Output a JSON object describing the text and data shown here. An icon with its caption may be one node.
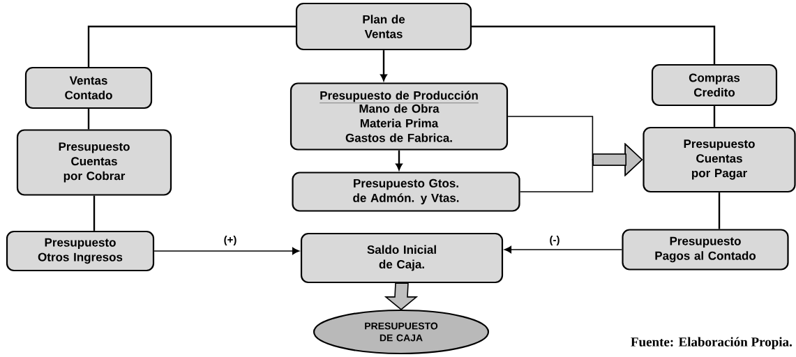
{
  "diagram": {
    "caption": "Fuente: Elaboración Propia.",
    "nodes": [
      {
        "text": [
          "Plan de Ventas"
        ]
      },
      {
        "text": [
          "Ventas Contado"
        ]
      },
      {
        "text": [
          "Presupuesto de Producción",
          "Mano de Obra Materia Prima Gastos de Fabrica."
        ]
      },
      {
        "text": [
          "Compras Credito"
        ]
      },
      {
        "text": [
          "Presupuesto Cuentas por Cobrar"
        ]
      },
      {
        "text": [
          "Presupuesto Gtos. de Admón. y Vtas."
        ]
      },
      {
        "text": [
          "Presupuesto Cuentas por Pagar"
        ]
      },
      {
        "text": [
          "Presupuesto Otros Ingresos"
        ]
      },
      {
        "text": [
          "Saldo Inicial de Caja."
        ]
      },
      {
        "text": [
          "Presupuesto Pagos al Contado"
        ]
      },
      {
        "text": [
          "PRESUPUESTO DE CAJA"
        ]
      }
    ],
    "edges": [
      {
        "from": 0,
        "to": 1,
        "arrow": "none"
      },
      {
        "from": 0,
        "to": 3,
        "arrow": "none"
      },
      {
        "from": 0,
        "to": 2,
        "arrow": "to"
      },
      {
        "from": 1,
        "to": 4,
        "arrow": "none"
      },
      {
        "from": 4,
        "to": 7,
        "arrow": "none"
      },
      {
        "from": 2,
        "to": 5,
        "arrow": "to"
      },
      {
        "from": 2,
        "to": 6,
        "arrow": "to"
      },
      {
        "from": 5,
        "to": 6,
        "arrow": "to"
      },
      {
        "from": 3,
        "to": 6,
        "arrow": "none"
      },
      {
        "from": 6,
        "to": 9,
        "arrow": "none"
      },
      {
        "from": 7,
        "to": 8,
        "arrow": "to",
        "label": "(+)"
      },
      {
        "from": 9,
        "to": 8,
        "arrow": "to",
        "label": "(-)"
      },
      {
        "from": 8,
        "to": 10,
        "arrow": "to",
        "style": "thick"
      }
    ]
  }
}
